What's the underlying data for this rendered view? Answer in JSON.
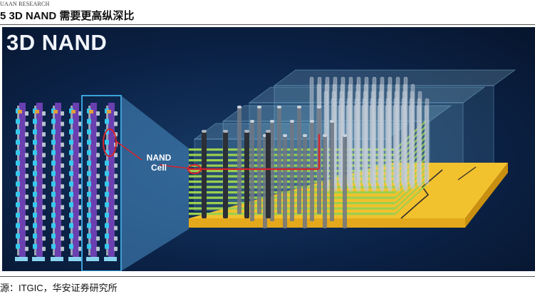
{
  "header": {
    "org": "UAAN RESEARCH",
    "figure_title": "5 3D NAND 需要更高纵深比"
  },
  "figure": {
    "title": "3D NAND",
    "label_line1": "NAND",
    "label_line2": "Cell",
    "colors": {
      "background": "#0b2247",
      "string_purple": "#6a3fb0",
      "cell_cyan": "#36c9ef",
      "layer_green": "#9ccf4f",
      "substrate_yellow": "#f2c12e",
      "highlight_red": "#d4232a"
    }
  },
  "source": {
    "text": "源：ITGIC，华安证券研究所"
  }
}
